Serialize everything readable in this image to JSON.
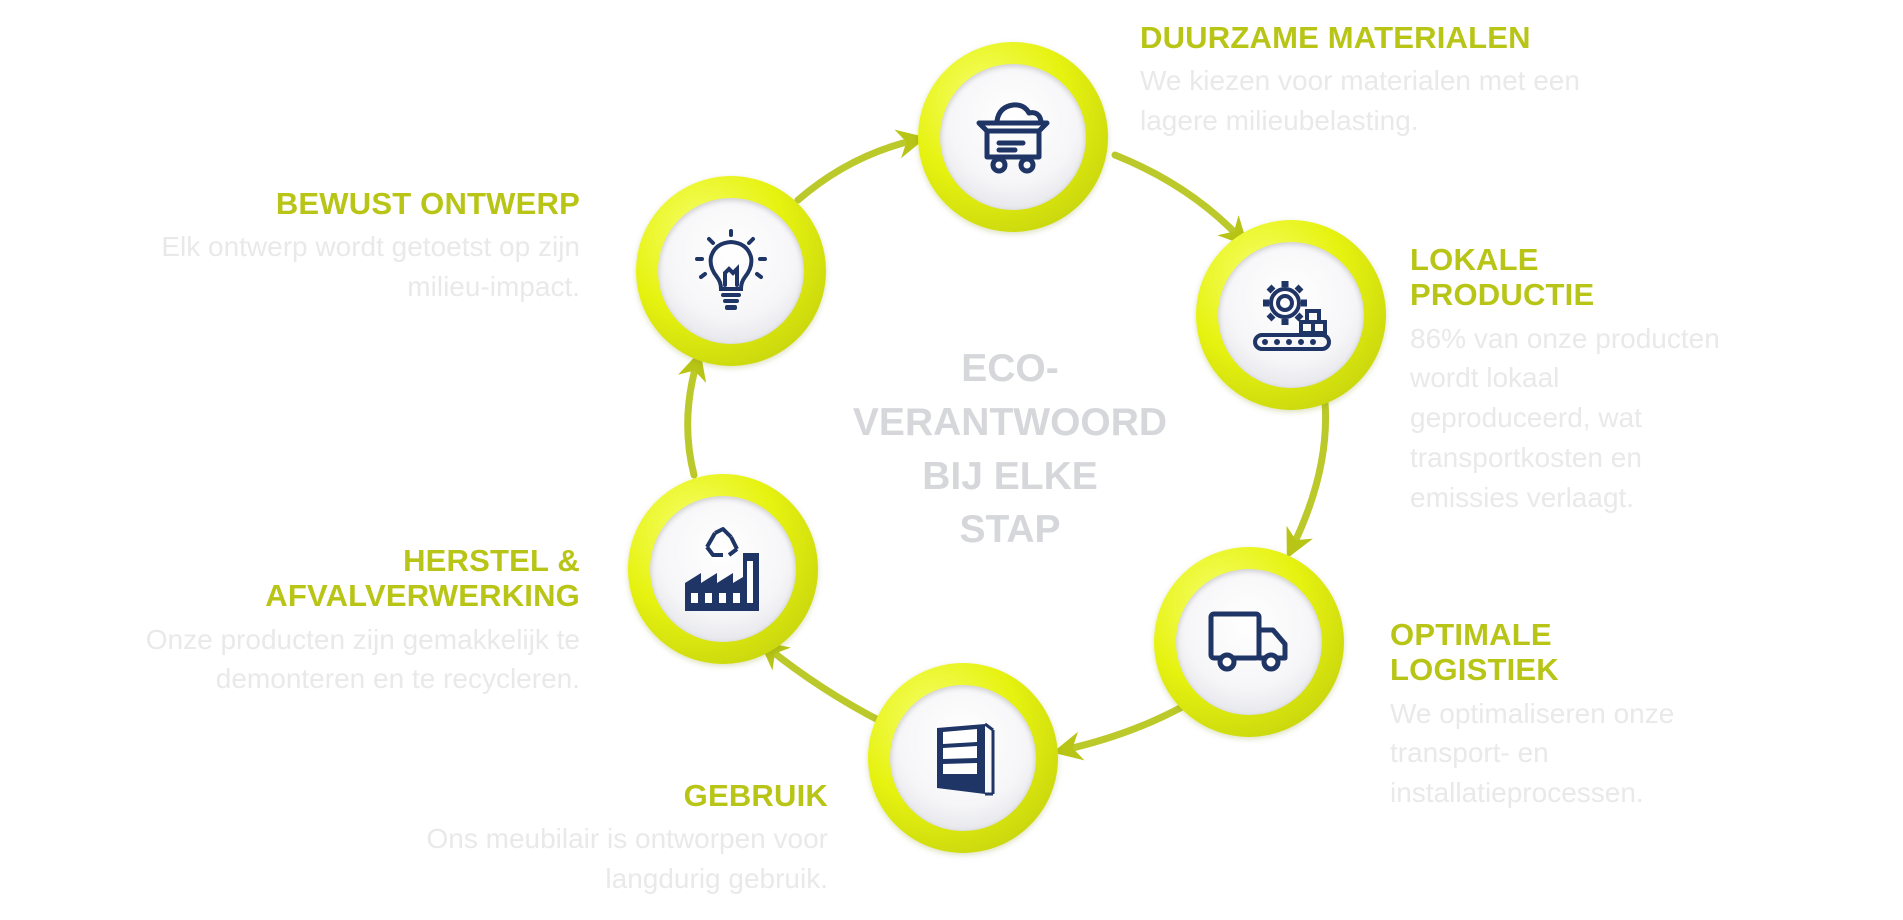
{
  "center": {
    "title": "ECO-\nVERANTWOORD\nBIJ ELKE\nSTAP"
  },
  "colors": {
    "accent": "#b8c516",
    "ring": "#e6f20f",
    "icon": "#1f3566",
    "muted_text": "#e9e9ea"
  },
  "steps": [
    {
      "title": "DUURZAME MATERIALEN",
      "description": "We kiezen voor materialen met een lagere milieubelasting.",
      "icon": "mine-cart-icon"
    },
    {
      "title": "LOKALE PRODUCTIE",
      "description": "86% van onze producten wordt lokaal geproduceerd, wat transportkosten en emissies verlaagt.",
      "icon": "gear-conveyor-icon"
    },
    {
      "title": "OPTIMALE LOGISTIEK",
      "description": "We optimaliseren onze transport- en installatieprocessen.",
      "icon": "truck-icon"
    },
    {
      "title": "GEBRUIK",
      "description": "Ons meubilair is ontworpen voor langdurig gebruik.",
      "icon": "display-cabinet-icon"
    },
    {
      "title": "HERSTEL & AFVALVERWERKING",
      "description": "Onze producten zijn gemakkelijk te demonteren en te recycleren.",
      "icon": "recycle-factory-icon"
    },
    {
      "title": "BEWUST ONTWERP",
      "description": "Elk ontwerp wordt getoetst op zijn milieu-impact.",
      "icon": "lightbulb-icon"
    }
  ]
}
